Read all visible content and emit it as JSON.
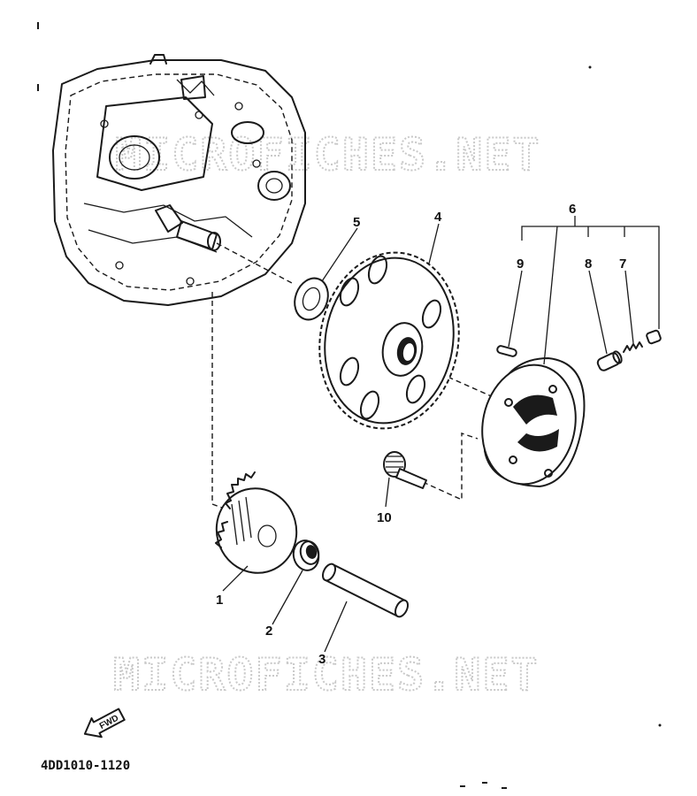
{
  "watermark": {
    "text": "MICROFICHES.NET"
  },
  "diagram_code": "4DD1010-1120",
  "fwd_label": "FWD",
  "callouts": {
    "c1": "1",
    "c2": "2",
    "c3": "3",
    "c4": "4",
    "c5": "5",
    "c6": "6",
    "c7": "7",
    "c8": "8",
    "c9": "9",
    "c10": "10"
  }
}
